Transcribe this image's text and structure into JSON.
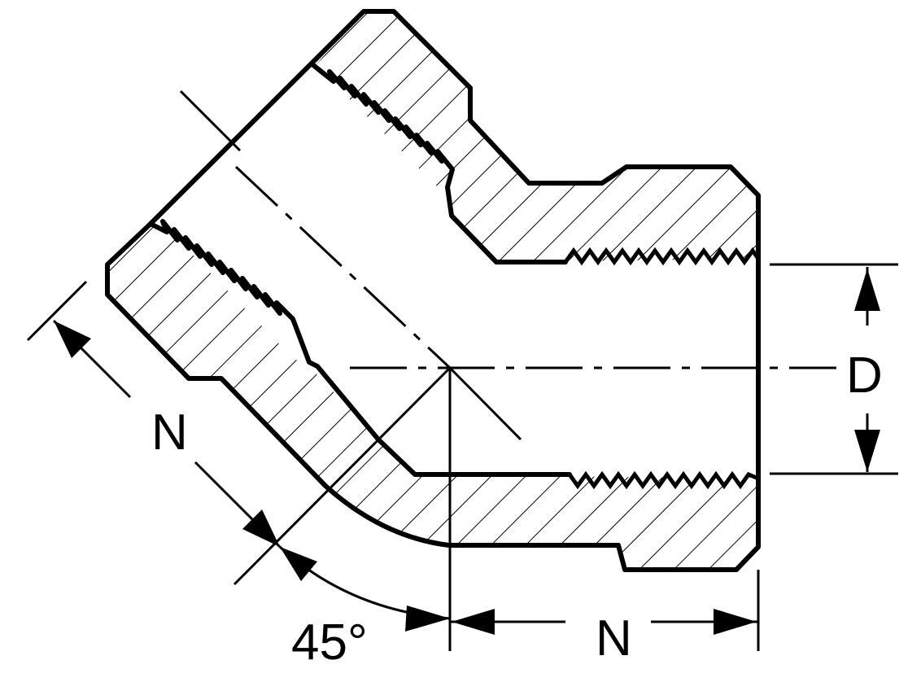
{
  "diagram": {
    "labels": {
      "n_diagonal": "N",
      "n_horizontal": "N",
      "d": "D",
      "angle": "45°"
    },
    "colors": {
      "line": "#000000",
      "background": "#ffffff"
    }
  }
}
